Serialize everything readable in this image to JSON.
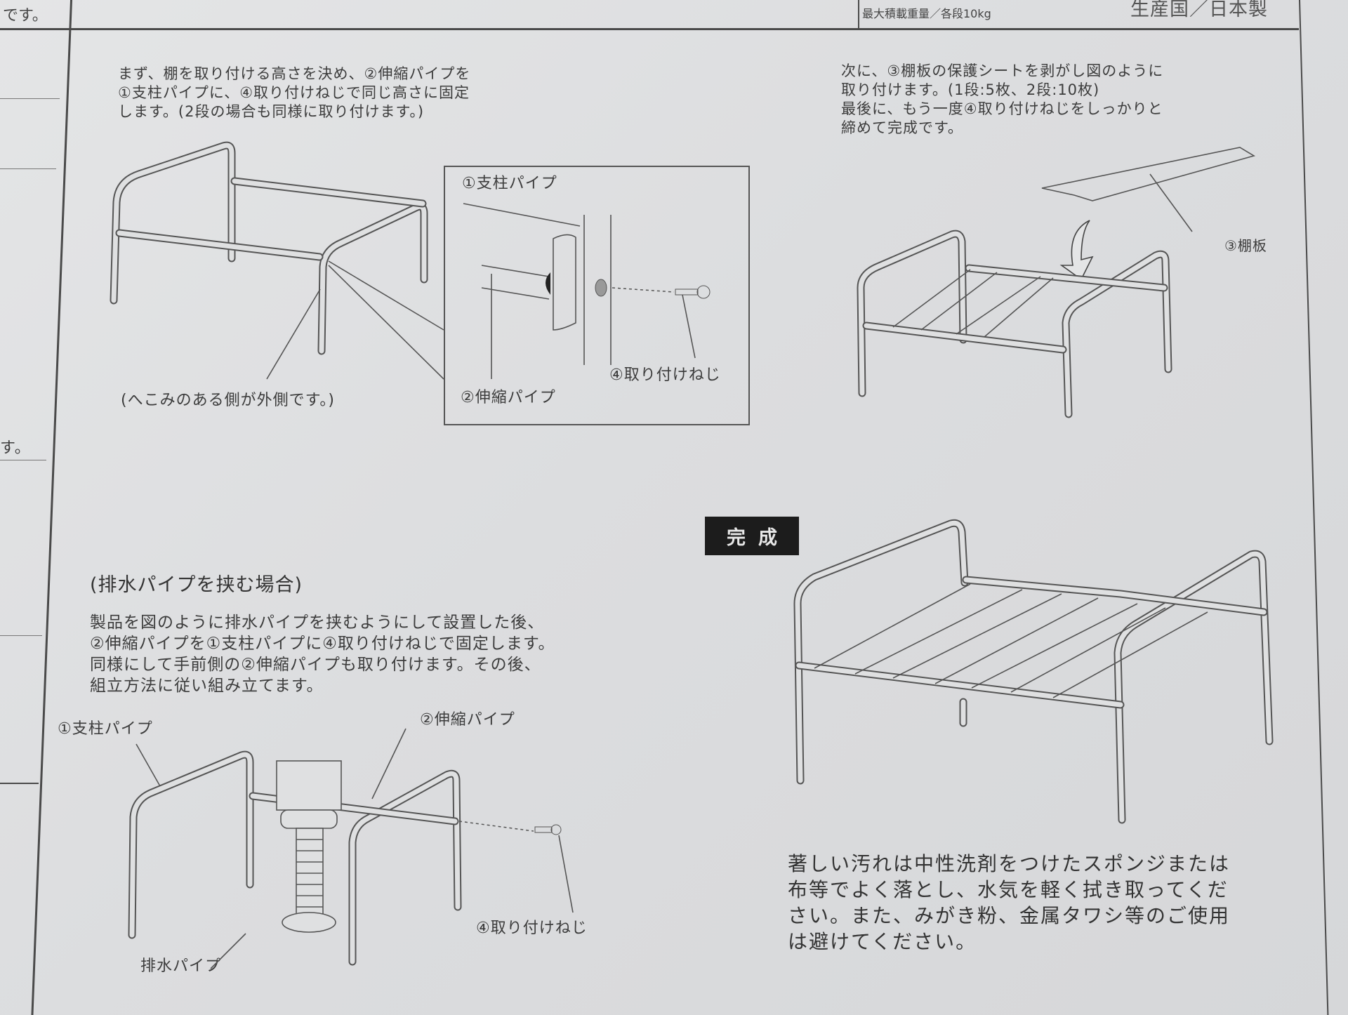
{
  "header": {
    "left_fragment": "です。",
    "spec_line": "最大積載重量／各段10kg",
    "origin": "生産国／日本製"
  },
  "left_margin": {
    "fragment": "す。"
  },
  "step1": {
    "instruction": "まず、棚を取り付ける高さを決め、②伸縮パイプを\n①支柱パイプに、④取り付けねじで同じ高さに固定\nします。(2段の場合も同様に取り付けます。)",
    "note": "(へこみのある側が外側です。)",
    "detail": {
      "label_post": "①支柱パイプ",
      "label_telescopic": "②伸縮パイプ",
      "label_screw": "④取り付けねじ"
    }
  },
  "step2": {
    "instruction": "次に、③棚板の保護シートを剥がし図のように\n取り付けます。(1段:5枚、2段:10枚)\n最後に、もう一度④取り付けねじをしっかりと\n締めて完成です。",
    "label_board": "③棚板"
  },
  "drain_case": {
    "title": "(排水パイプを挟む場合)",
    "instruction": "製品を図のように排水パイプを挟むようにして設置した後、\n②伸縮パイプを①支柱パイプに④取り付けねじで固定します。\n同様にして手前側の②伸縮パイプも取り付けます。その後、\n組立方法に従い組み立てます。",
    "label_post": "①支柱パイプ",
    "label_telescopic": "②伸縮パイプ",
    "label_screw": "④取り付けねじ",
    "label_drain": "排水パイプ"
  },
  "complete": {
    "badge": "完成"
  },
  "care": {
    "text": "著しい汚れは中性洗剤をつけたスポンジまたは\n布等でよく落とし、水気を軽く拭き取ってくだ\nさい。また、みがき粉、金属タワシ等のご使用\nは避けてください。"
  }
}
